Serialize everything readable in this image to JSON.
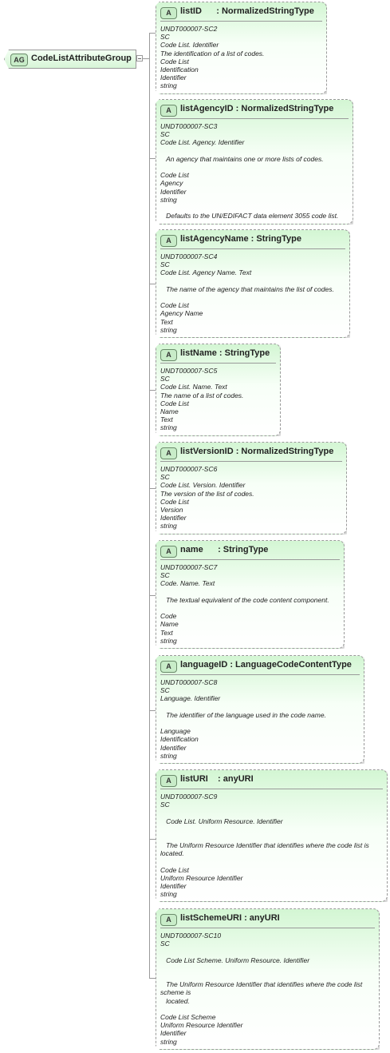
{
  "group": {
    "badge": "AG",
    "name": "CodeListAttributeGroup"
  },
  "attributes": [
    {
      "badge": "A",
      "head": "listID      : NormalizedStringType",
      "body": "UNDT000007-SC2\nSC\nCode List. Identifier\nThe identification of a list of codes.\nCode List\nIdentification\nIdentifier\nstring"
    },
    {
      "badge": "A",
      "head": "listAgencyID : NormalizedStringType",
      "body": "UNDT000007-SC3\nSC\nCode List. Agency. Identifier\n\n   An agency that maintains one or more lists of codes.\n\nCode List\nAgency\nIdentifier\nstring\n\n   Defaults to the UN/EDIFACT data element 3055 code list."
    },
    {
      "badge": "A",
      "head": "listAgencyName : StringType",
      "body": "UNDT000007-SC4\nSC\nCode List. Agency Name. Text\n\n   The name of the agency that maintains the list of codes.\n\nCode List\nAgency Name\nText\nstring"
    },
    {
      "badge": "A",
      "head": "listName : StringType",
      "body": "UNDT000007-SC5\nSC\nCode List. Name. Text\nThe name of a list of codes.\nCode List\nName\nText\nstring"
    },
    {
      "badge": "A",
      "head": "listVersionID : NormalizedStringType",
      "body": "UNDT000007-SC6\nSC\nCode List. Version. Identifier\nThe version of the list of codes.\nCode List\nVersion\nIdentifier\nstring"
    },
    {
      "badge": "A",
      "head": "name      : StringType",
      "body": "UNDT000007-SC7\nSC\nCode. Name. Text\n\n   The textual equivalent of the code content component.\n\nCode\nName\nText\nstring"
    },
    {
      "badge": "A",
      "head": "languageID : LanguageCodeContentType",
      "body": "UNDT000007-SC8\nSC\nLanguage. Identifier\n\n   The identifier of the language used in the code name.\n\nLanguage\nIdentification\nIdentifier\nstring"
    },
    {
      "badge": "A",
      "head": "listURI    : anyURI",
      "body": "UNDT000007-SC9\nSC\n\n   Code List. Uniform Resource. Identifier\n\n\n   The Uniform Resource Identifier that identifies where the code list is\nlocated.\n\nCode List\nUniform Resource Identifier\nIdentifier\nstring"
    },
    {
      "badge": "A",
      "head": "listSchemeURI : anyURI",
      "body": "UNDT000007-SC10\nSC\n\n   Code List Scheme. Uniform Resource. Identifier\n\n\n   The Uniform Resource Identifier that identifies where the code list\nscheme is\n   located.\n\nCode List Scheme\nUniform Resource Identifier\nIdentifier\nstring"
    }
  ]
}
